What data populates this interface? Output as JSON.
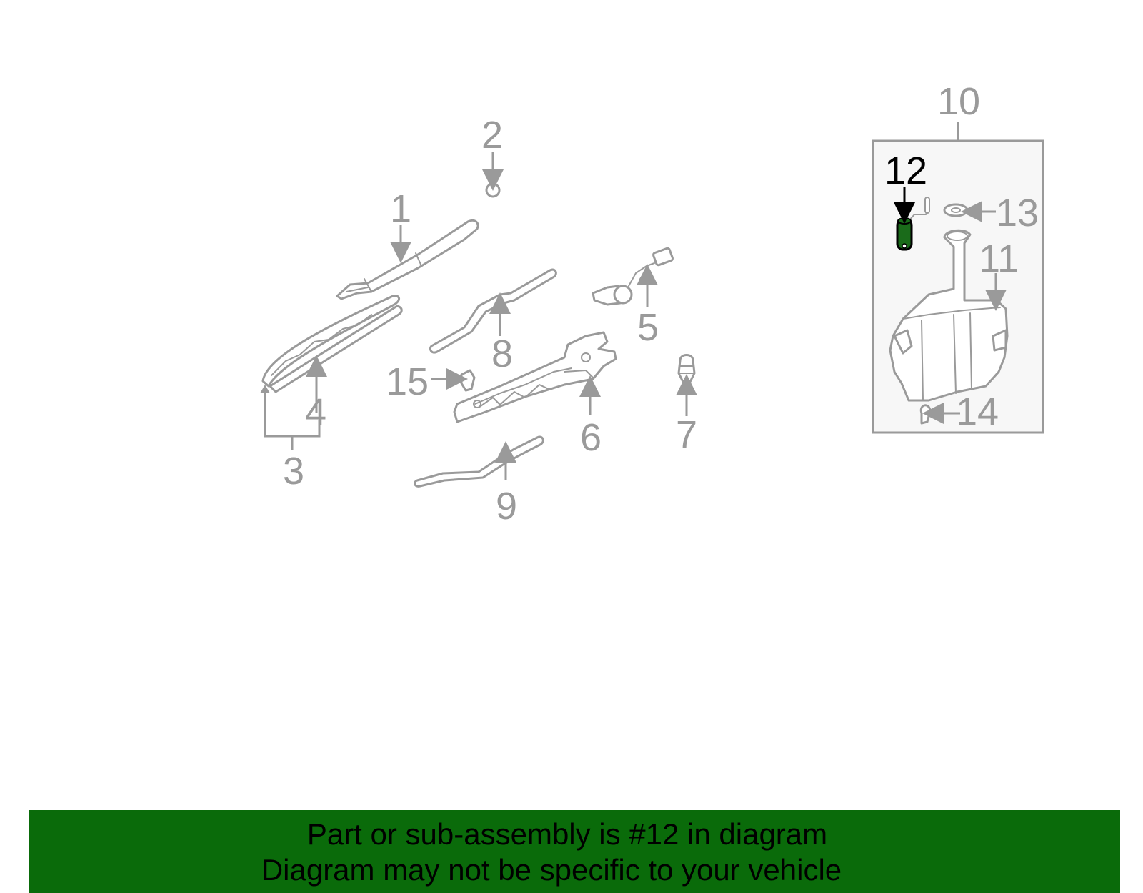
{
  "colors": {
    "part_gray": "#9a9a9a",
    "highlight_part": "#1a6b1a",
    "banner_bg": "#0a6b0a",
    "inset_bg": "#f7f7f7"
  },
  "callouts": {
    "c1": "1",
    "c2": "2",
    "c3": "3",
    "c4": "4",
    "c5": "5",
    "c6": "6",
    "c7": "7",
    "c8": "8",
    "c9": "9",
    "c10": "10",
    "c11": "11",
    "c12": "12",
    "c13": "13",
    "c14": "14",
    "c15": "15"
  },
  "highlighted_callout": "12",
  "banner": {
    "line1": "Part or sub-assembly is #12 in diagram",
    "line2": "Diagram may not be specific to your vehicle"
  }
}
